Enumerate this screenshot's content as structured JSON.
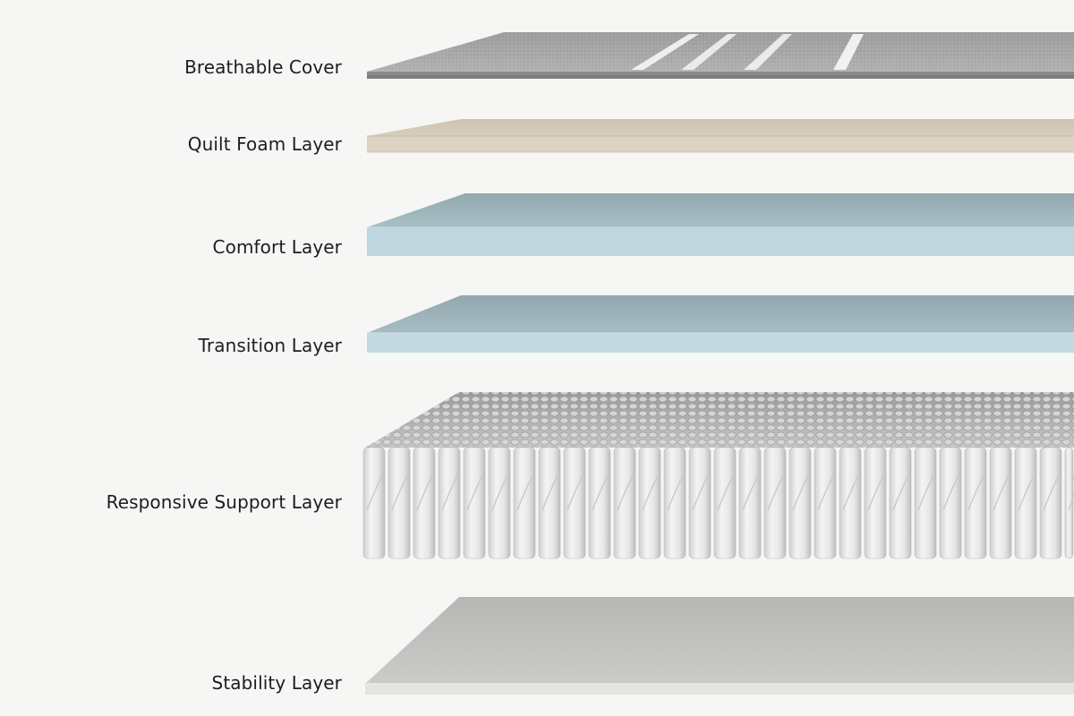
{
  "layers": [
    {
      "label": "Breathable Cover"
    },
    {
      "label": "Quilt Foam Layer"
    },
    {
      "label": "Comfort Layer"
    },
    {
      "label": "Transition Layer"
    },
    {
      "label": "Responsive Support Layer"
    },
    {
      "label": "Stability Layer"
    }
  ],
  "colors": {
    "background": "#f6f6f5",
    "cover": "#a3a3a3",
    "quilt_foam": "#d6ccbb",
    "comfort": "#b9d3dc",
    "transition": "#bdd7e0",
    "support": "#e9e9e9",
    "stability": "#c9c9c7"
  },
  "icons": {
    "cover": "breathable-cover-icon",
    "quilt_foam": "quilt-foam-layer-icon",
    "comfort": "comfort-layer-icon",
    "transition": "transition-layer-icon",
    "support": "pocket-coil-springs-icon",
    "stability": "stability-layer-icon"
  }
}
